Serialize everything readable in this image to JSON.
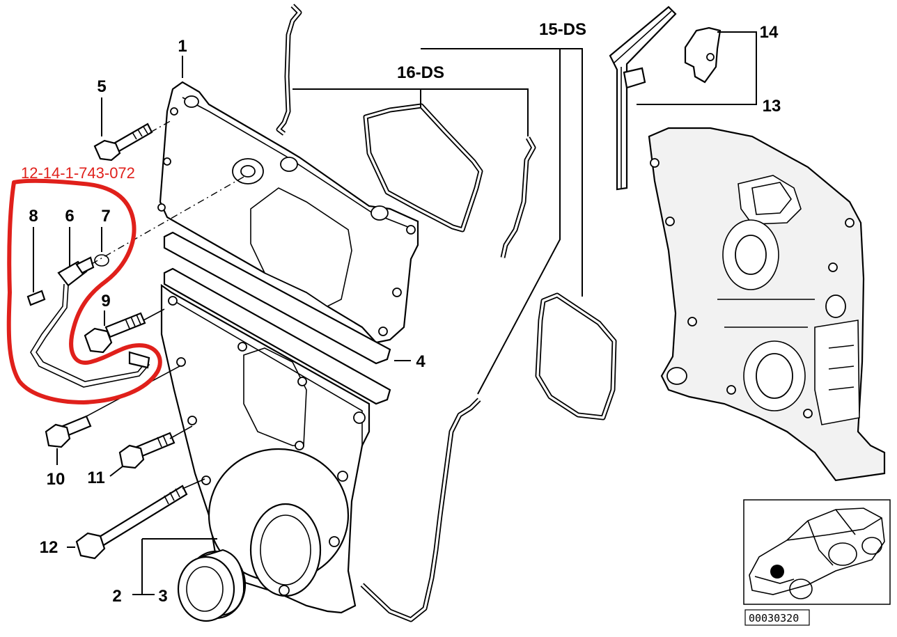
{
  "diagram": {
    "callouts": {
      "c1": "1",
      "c2": "2",
      "c3": "3",
      "c4": "4",
      "c5": "5",
      "c6": "6",
      "c7": "7",
      "c8": "8",
      "c9": "9",
      "c10": "10",
      "c11": "11",
      "c12": "12",
      "c13": "13",
      "c14": "14",
      "c15": "15-DS",
      "c16": "16-DS"
    },
    "highlight": {
      "part_number": "12-14-1-743-072",
      "color": "#e0201b"
    },
    "reference_code": "00030320",
    "colors": {
      "line": "#000000",
      "highlight": "#e0201b",
      "background": "#ffffff"
    }
  }
}
